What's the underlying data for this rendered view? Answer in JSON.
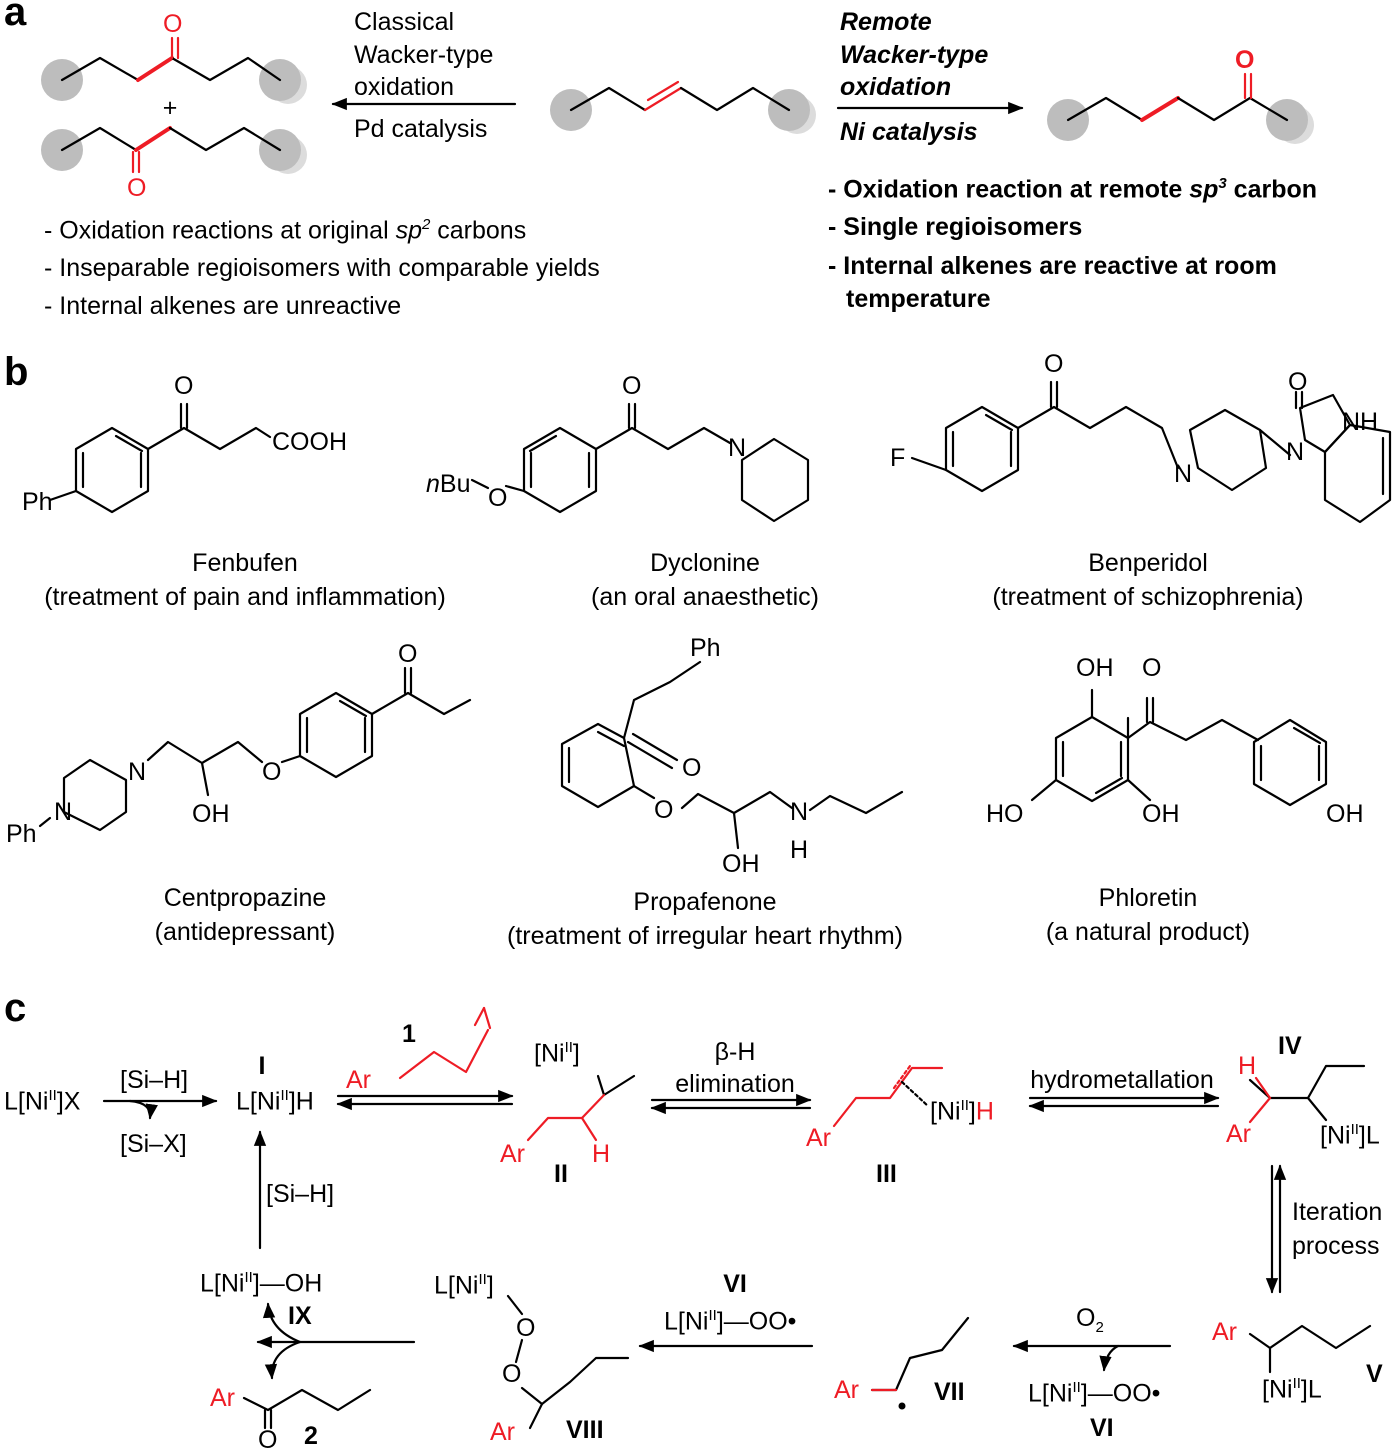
{
  "colors": {
    "accent": "#ee1c25",
    "node": "#bdbdbd",
    "node_shadow": "#dcdcdc"
  },
  "panel_a": {
    "label": "a",
    "plus": "+",
    "ketone_o_top": "O",
    "ketone_o_bottom": "O",
    "ketone_o_right": "O",
    "left_arrow": {
      "line1": "Classical",
      "line2": "Wacker-type",
      "line3": "oxidation",
      "below": "Pd catalysis"
    },
    "right_arrow": {
      "line1": "Remote",
      "line2": "Wacker-type",
      "line3": "oxidation",
      "below": "Ni catalysis"
    },
    "left_bullets": {
      "b1_pre": "- Oxidation reactions at original ",
      "b1_em": "sp",
      "b1_sup": "2",
      "b1_post": " carbons",
      "b2": "- Inseparable regioisomers with comparable yields",
      "b3": "- Internal alkenes are unreactive"
    },
    "right_bullets": {
      "b1_pre": "- Oxidation reaction at remote ",
      "b1_em": "sp",
      "b1_sup": "3",
      "b1_post": " carbon",
      "b2": "- Single regioisomers",
      "b3_line1": "- Internal alkenes are reactive at room",
      "b3_line2": "temperature"
    }
  },
  "panel_b": {
    "label": "b",
    "molecules": [
      {
        "name": "Fenbufen",
        "use": "(treatment of pain and inflammation)",
        "atoms": {
          "o": "O",
          "acid": "COOH",
          "ph": "Ph"
        }
      },
      {
        "name": "Dyclonine",
        "use": "(an oral anaesthetic)",
        "atoms": {
          "o": "O",
          "n": "N",
          "nbu_em": "n",
          "nbu": "Bu",
          "ether_o": "O"
        }
      },
      {
        "name": "Benperidol",
        "use": "(treatment of schizophrenia)",
        "atoms": {
          "f": "F",
          "o1": "O",
          "o2": "O",
          "n1": "N",
          "n2": "N",
          "nh": "NH"
        }
      },
      {
        "name": "Centpropazine",
        "use": "(antidepressant)",
        "atoms": {
          "o": "O",
          "ether_o": "O",
          "oh": "OH",
          "n1": "N",
          "n2": "N",
          "ph": "Ph"
        }
      },
      {
        "name": "Propafenone",
        "use": "(treatment of irregular heart rhythm)",
        "atoms": {
          "ph": "Ph",
          "o": "O",
          "ether_o": "O",
          "oh": "OH",
          "n": "N",
          "h": "H"
        }
      },
      {
        "name": "Phloretin",
        "use": "(a natural product)",
        "atoms": {
          "oh1": "OH",
          "o": "O",
          "oh2": "HO",
          "oh3": "OH",
          "oh4": "OH"
        }
      }
    ]
  },
  "panel_c": {
    "label": "c",
    "start": {
      "pre": "L[Ni",
      "sup": "II",
      "post": "]X"
    },
    "sih1": "[Si–H]",
    "six": "[Si–X]",
    "I": {
      "label": "I",
      "pre": "L[Ni",
      "sup": "II",
      "post": "]H"
    },
    "sub1": {
      "label": "1",
      "ar": "Ar"
    },
    "II": {
      "label": "II",
      "ni_pre": "[Ni",
      "ni_sup": "II",
      "ni_post": "]",
      "ar": "Ar",
      "h": "H"
    },
    "beta": {
      "line1": "β-H",
      "line2": "elimination"
    },
    "III": {
      "label": "III",
      "ar": "Ar",
      "ni_pre": "[Ni",
      "ni_sup": "II",
      "ni_post": "]",
      "h": "H"
    },
    "hydro": "hydrometallation",
    "IV": {
      "label": "IV",
      "h": "H",
      "ar": "Ar",
      "ni_pre": "[Ni",
      "ni_sup": "II",
      "ni_post": "]L"
    },
    "iter": {
      "line1": "Iteration",
      "line2": "process"
    },
    "V": {
      "label": "V",
      "ar": "Ar",
      "ni_pre": "[Ni",
      "ni_sup": "II",
      "ni_post": "]L"
    },
    "o2": {
      "pre": "O",
      "sub": "2"
    },
    "VI_bottom": {
      "pre": "L[Ni",
      "sup": "II",
      "post": "]—OO•",
      "label": "VI"
    },
    "VII": {
      "label": "VII",
      "ar": "Ar"
    },
    "VI_top": {
      "label": "VI",
      "pre": "L[Ni",
      "sup": "II",
      "post": "]—OO•"
    },
    "VIII": {
      "label": "VIII",
      "ni_pre": "L[Ni",
      "ni_sup": "II",
      "ni_post": "]",
      "o1": "O",
      "o2": "O",
      "ar": "Ar"
    },
    "IX": {
      "pre": "L[Ni",
      "sup": "II",
      "post": "]—OH",
      "label": "IX"
    },
    "sih2": "[Si–H]",
    "prod2": {
      "ar": "Ar",
      "o": "O",
      "label": "2"
    }
  }
}
